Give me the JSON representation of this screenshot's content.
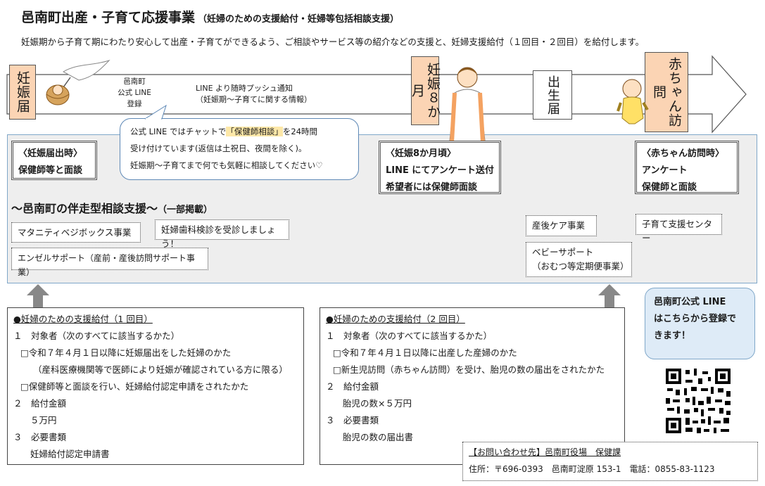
{
  "header": {
    "title": "邑南町出産・子育て応援事業",
    "subtitle": "（妊婦のための支援給付・妊婦等包括相談支援）",
    "intro": "妊娠期から子育て期にわたり安心して出産・子育てができるよう、ご相談やサービス等の紹介などの支援と、妊婦支援給付（１回目・２回目）を給付します。"
  },
  "timeline": {
    "stage1": "妊娠届",
    "stage2": "妊娠８か月",
    "stage3": "出生届",
    "stage4": "赤ちゃん訪問",
    "line_label": [
      "邑南町",
      "公式 LINE",
      "登録"
    ],
    "push_line1": "LINE より随時プッシュ通知",
    "push_line2": "（妊娠期〜子育てに関する情報）"
  },
  "bubble": {
    "line1_a": "公式 LINE ではチャットで",
    "line1_hl": "「保健師相談」",
    "line1_b": "を24時間",
    "line2": "受け付けています(返信は土祝日、夜間を除く)。",
    "line3": "妊娠期〜子育てまで何でも気軽に相談してください♡"
  },
  "consult": {
    "box1_title": "〈妊娠届出時〉",
    "box1_body": "保健師等と面談",
    "box2_title": "〈妊娠8か月頃〉",
    "box2_line1": "LINE にてアンケート送付",
    "box2_line2": "希望者には保健師面談",
    "box3_title": "〈赤ちゃん訪問時〉",
    "box3_line1": "アンケート",
    "box3_line2": "保健師と面談"
  },
  "support": {
    "heading": "〜邑南町の伴走型相談支援〜",
    "heading_note": "（一部掲載）",
    "items": {
      "maternity": "マタニティベジボックス事業",
      "dental": "妊婦歯科検診を受診しましょう！",
      "angel": "エンゼルサポート（産前・産後訪問サポート事業）",
      "postnatal": "産後ケア事業",
      "baby_line1": "ベビーサポート",
      "baby_line2": "（おむつ等定期便事業）",
      "center": "子育て支援センター"
    }
  },
  "benefit1": {
    "head": "●妊婦のための支援給付（1 回目）",
    "l1": "１　対象者（次のすべてに該当するかた）",
    "l2": "□令和７年４月１日以降に妊娠届出をした妊婦のかた",
    "l3": "（産科医療機関等で医師により妊娠が確認されている方に限る）",
    "l4": "□保健師等と面談を行い、妊婦給付認定申請をされたかた",
    "l5": "２　給付金額",
    "l6": "５万円",
    "l7": "３　必要書類",
    "l8": "妊婦給付認定申請書"
  },
  "benefit2": {
    "head": "●妊婦のための支援給付（2 回目）",
    "l1": "１　対象者（次のすべてに該当するかた）",
    "l2": "□令和７年４月１日以降に出産した産婦のかた",
    "l3": "□新生児訪問（赤ちゃん訪問）を受け、胎児の数の届出をされたかた",
    "l4": "２　給付金額",
    "l5": "胎児の数×５万円",
    "l6": "３　必要書類",
    "l7": "胎児の数の届出書"
  },
  "line_register": {
    "l1": "邑南町公式 LINE",
    "l2": "はこちらから登録で",
    "l3": "きます！"
  },
  "contact": {
    "head": "【お問い合わせ先】邑南町役場　保健課",
    "body": "住所：〒696-0393　邑南町淀原 153-1　電話：0855-83-1123"
  },
  "colors": {
    "stage_fill": "#fbd4b4",
    "band_fill": "#eeeeee",
    "line_bubble_fill": "#deebf7",
    "highlight": "#fde8a8"
  }
}
